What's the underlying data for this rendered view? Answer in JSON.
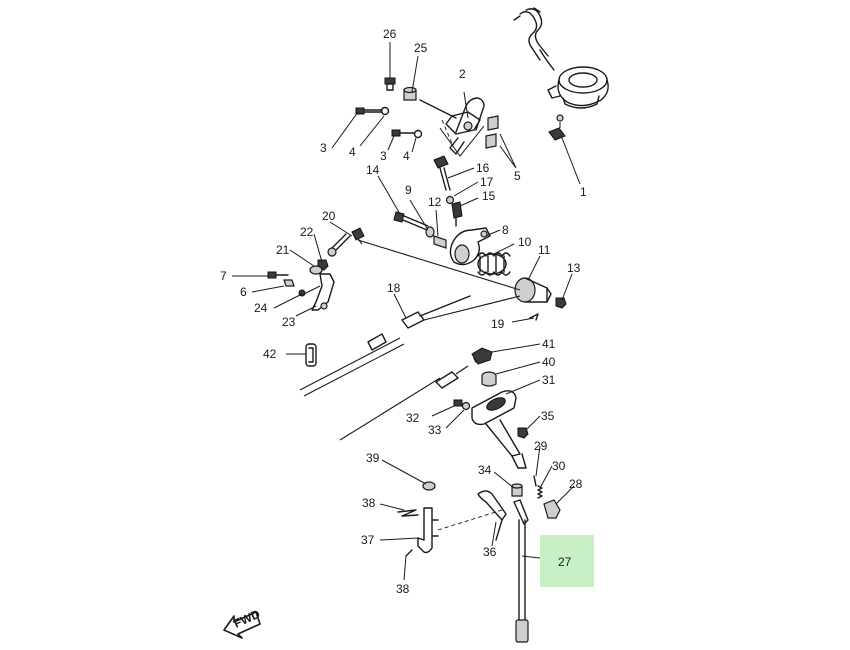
{
  "diagram": {
    "highlight_color": "#c9f0c4",
    "highlighted_part": "27",
    "fwd_label": "FWD",
    "callouts": [
      {
        "id": "c26",
        "text": "26"
      },
      {
        "id": "c25",
        "text": "25"
      },
      {
        "id": "c2",
        "text": "2"
      },
      {
        "id": "c3a",
        "text": "3"
      },
      {
        "id": "c4a",
        "text": "4"
      },
      {
        "id": "c3b",
        "text": "3"
      },
      {
        "id": "c4b",
        "text": "4"
      },
      {
        "id": "c5",
        "text": "5"
      },
      {
        "id": "c1",
        "text": "1"
      },
      {
        "id": "c14",
        "text": "14"
      },
      {
        "id": "c16",
        "text": "16"
      },
      {
        "id": "c17",
        "text": "17"
      },
      {
        "id": "c15",
        "text": "15"
      },
      {
        "id": "c9",
        "text": "9"
      },
      {
        "id": "c12",
        "text": "12"
      },
      {
        "id": "c8",
        "text": "8"
      },
      {
        "id": "c20",
        "text": "20"
      },
      {
        "id": "c22",
        "text": "22"
      },
      {
        "id": "c21",
        "text": "21"
      },
      {
        "id": "c10",
        "text": "10"
      },
      {
        "id": "c11",
        "text": "11"
      },
      {
        "id": "c7",
        "text": "7"
      },
      {
        "id": "c6",
        "text": "6"
      },
      {
        "id": "c13",
        "text": "13"
      },
      {
        "id": "c24",
        "text": "24"
      },
      {
        "id": "c23",
        "text": "23"
      },
      {
        "id": "c18",
        "text": "18"
      },
      {
        "id": "c19",
        "text": "19"
      },
      {
        "id": "c42",
        "text": "42"
      },
      {
        "id": "c41",
        "text": "41"
      },
      {
        "id": "c40",
        "text": "40"
      },
      {
        "id": "c31",
        "text": "31"
      },
      {
        "id": "c32",
        "text": "32"
      },
      {
        "id": "c33",
        "text": "33"
      },
      {
        "id": "c35",
        "text": "35"
      },
      {
        "id": "c29",
        "text": "29"
      },
      {
        "id": "c39",
        "text": "39"
      },
      {
        "id": "c30",
        "text": "30"
      },
      {
        "id": "c34",
        "text": "34"
      },
      {
        "id": "c28",
        "text": "28"
      },
      {
        "id": "c38a",
        "text": "38"
      },
      {
        "id": "c37",
        "text": "37"
      },
      {
        "id": "c36",
        "text": "36"
      },
      {
        "id": "c27",
        "text": "27"
      },
      {
        "id": "c38b",
        "text": "38"
      }
    ]
  }
}
